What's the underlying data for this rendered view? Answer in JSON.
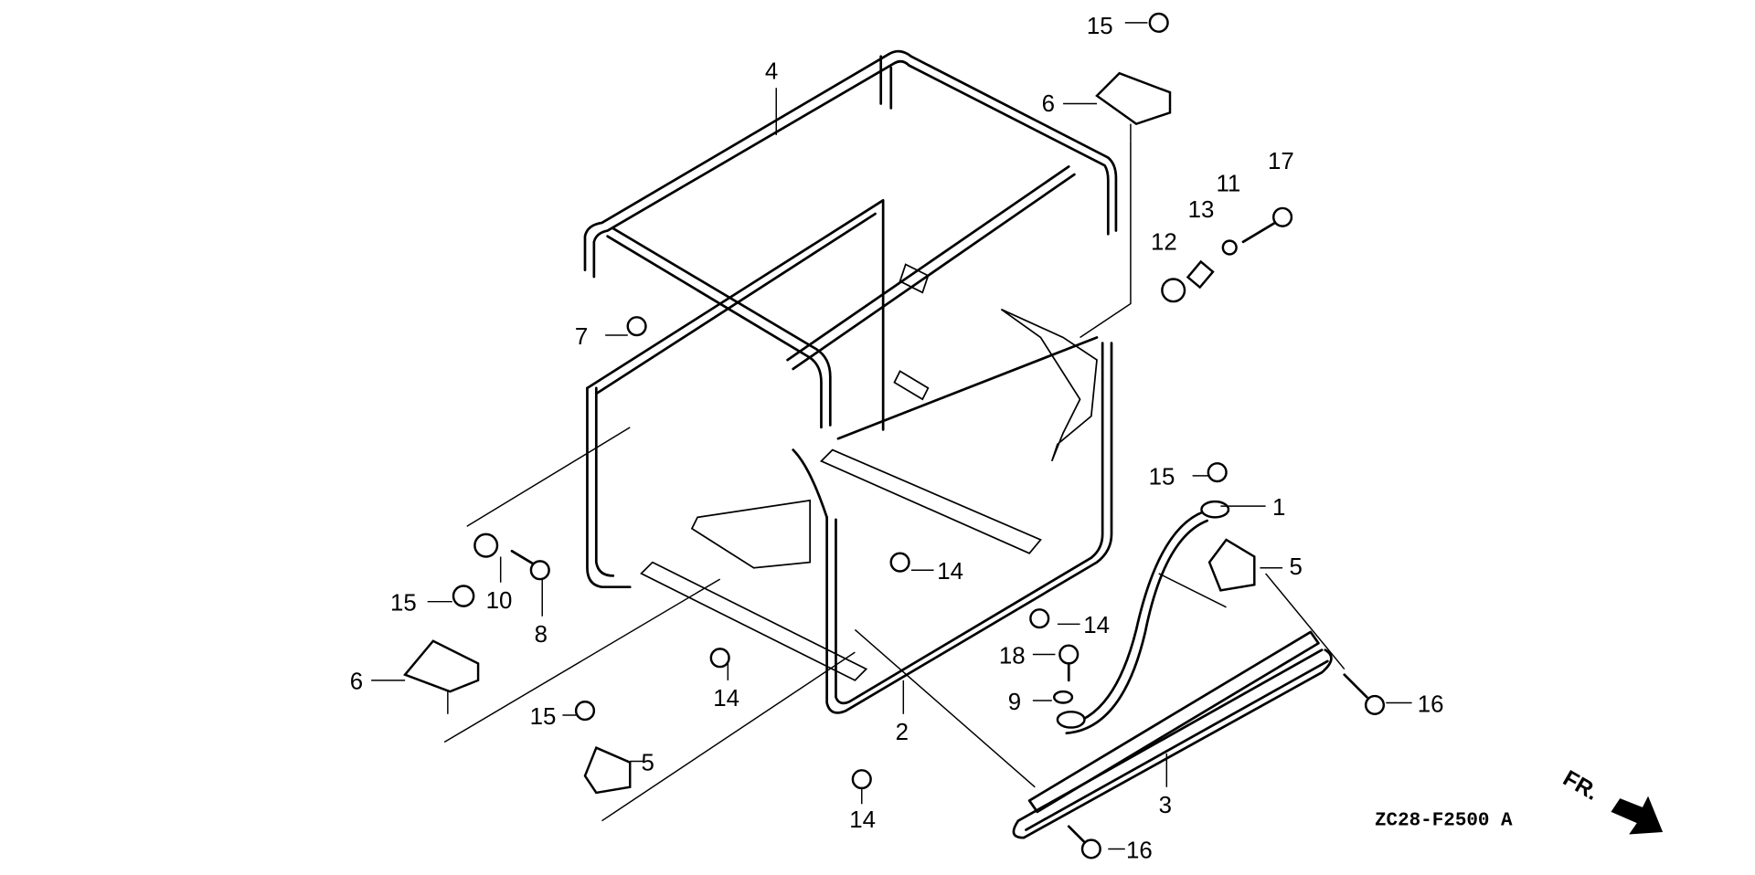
{
  "diagram": {
    "callouts": {
      "c1": "1",
      "c2": "2",
      "c3": "3",
      "c4": "4",
      "c5a": "5",
      "c5b": "5",
      "c6a": "6",
      "c6b": "6",
      "c7": "7",
      "c8": "8",
      "c9": "9",
      "c10": "10",
      "c11": "11",
      "c12": "12",
      "c13": "13",
      "c14a": "14",
      "c14b": "14",
      "c14c": "14",
      "c14d": "14",
      "c15a": "15",
      "c15b": "15",
      "c15c": "15",
      "c15d": "15",
      "c16a": "16",
      "c16b": "16",
      "c17": "17",
      "c18": "18"
    },
    "diagram_code": "ZC28-F2500 A",
    "front_indicator": "FR."
  }
}
